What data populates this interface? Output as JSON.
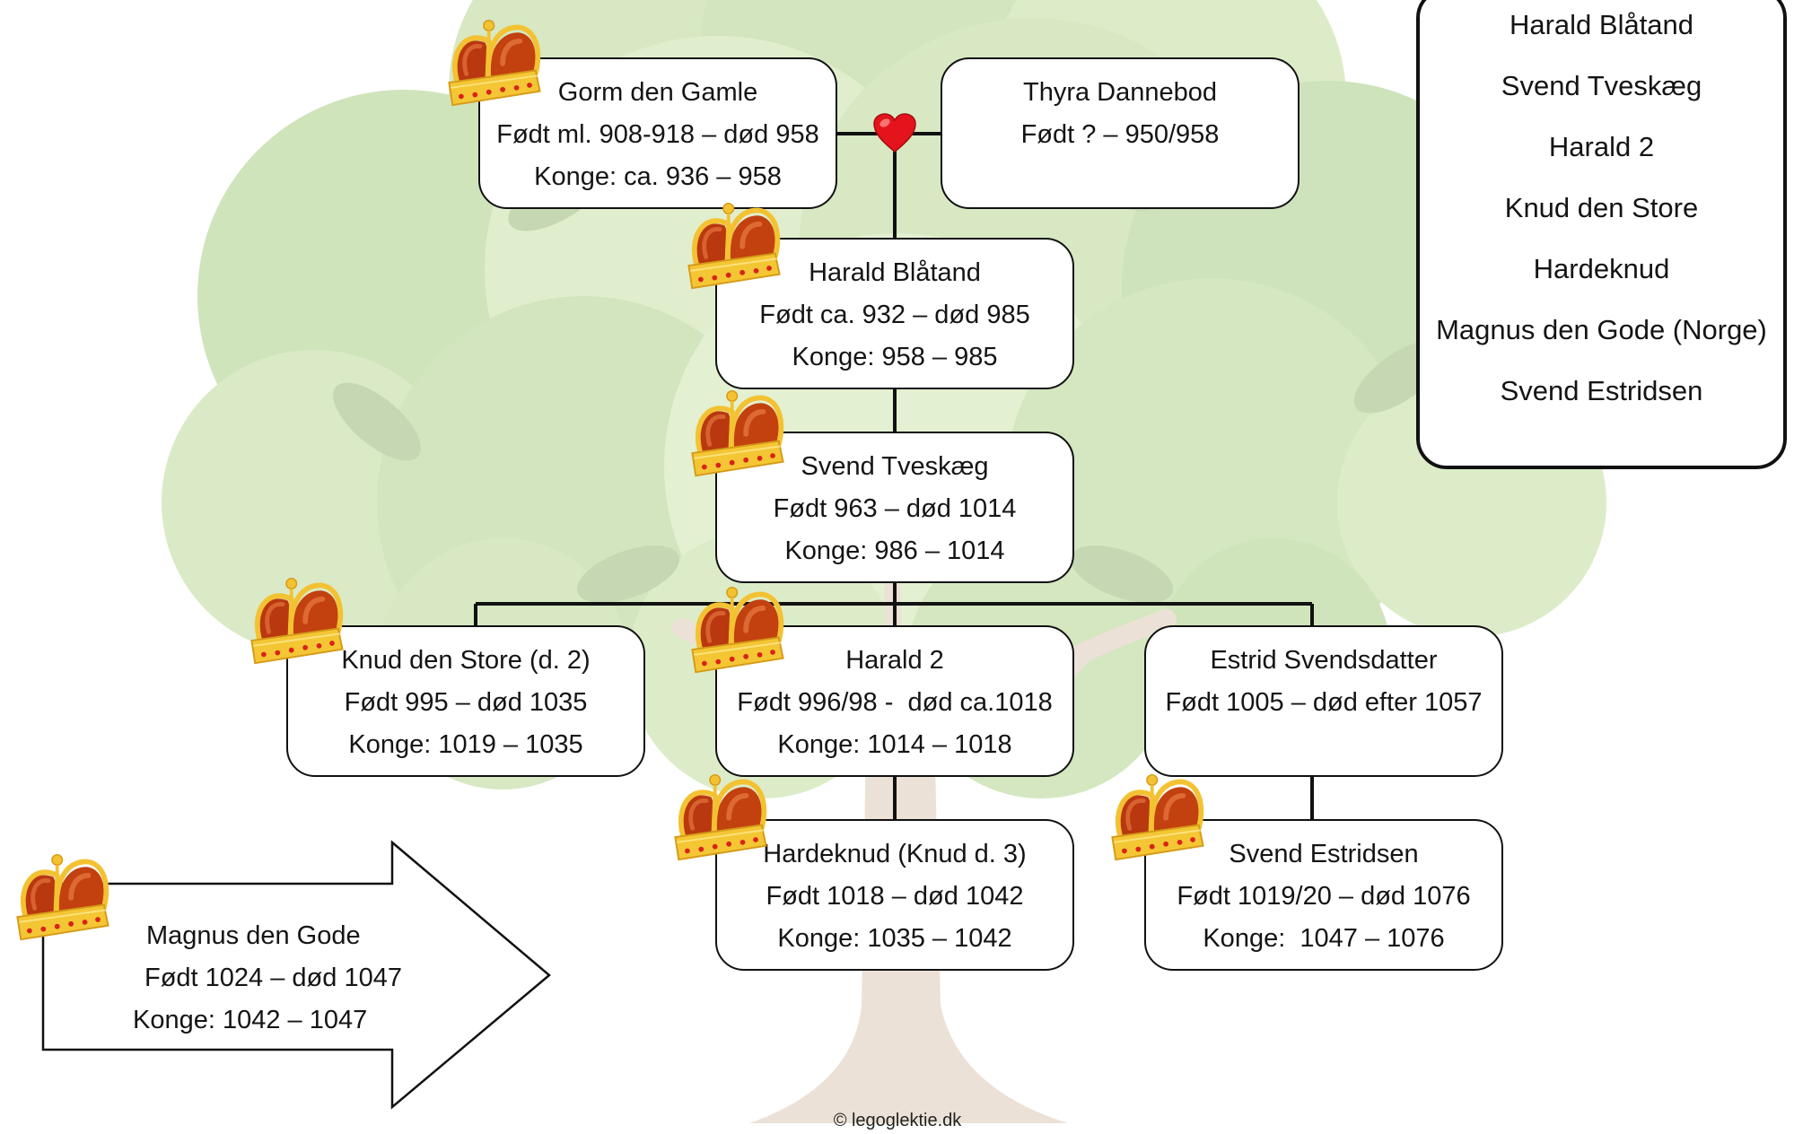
{
  "people": {
    "gorm": {
      "name": "Gorm den Gamle",
      "born": "Født ml. 908-918 – død 958",
      "reign": "Konge: ca. 936 – 958"
    },
    "thyra": {
      "name": "Thyra Dannebod",
      "born": "Født ? – 950/958"
    },
    "harald_blatand": {
      "name": "Harald Blåtand",
      "born": "Født ca. 932 – død 985",
      "reign": "Konge: 958 – 985"
    },
    "svend_tveskaeg": {
      "name": "Svend Tveskæg",
      "born": "Født 963 – død 1014",
      "reign": "Konge: 986 – 1014"
    },
    "knud_den_store": {
      "name": "Knud den Store (d. 2)",
      "born": "Født 995 – død 1035",
      "reign": "Konge: 1019 – 1035"
    },
    "harald_2": {
      "name": "Harald 2",
      "born": "Født 996/98 -  død ca.1018",
      "reign": "Konge: 1014 – 1018"
    },
    "estrid": {
      "name": "Estrid Svendsdatter",
      "born": "Født 1005 – død efter 1057"
    },
    "hardeknud": {
      "name": "Hardeknud (Knud d. 3)",
      "born": "Født 1018 – død 1042",
      "reign": "Konge: 1035 – 1042"
    },
    "svend_estridsen": {
      "name": "Svend Estridsen",
      "born": "Født 1019/20 – død 1076",
      "reign": "Konge:  1047 – 1076"
    },
    "magnus": {
      "name": "Magnus den Gode",
      "born": "Født 1024 – død 1047",
      "reign": "Konge: 1042 – 1047"
    }
  },
  "king_list": [
    "Harald Blåtand",
    "Svend Tveskæg",
    "Harald 2",
    "Knud den Store",
    "Hardeknud",
    "Magnus den Gode (Norge)",
    "Svend Estridsen"
  ],
  "footer": {
    "copyright": "© legoglektie.dk"
  },
  "icons": {
    "crown": "crown-icon",
    "heart": "heart-icon",
    "arrow": "arrow-right-shape",
    "background": "tree-illustration"
  },
  "colors": {
    "border": "#111111",
    "heart": "#e3141c",
    "crown_gold": "#f3c232",
    "crown_red": "#b9380f",
    "foliage": "#8fbf5c",
    "trunk": "#cdb49a"
  }
}
